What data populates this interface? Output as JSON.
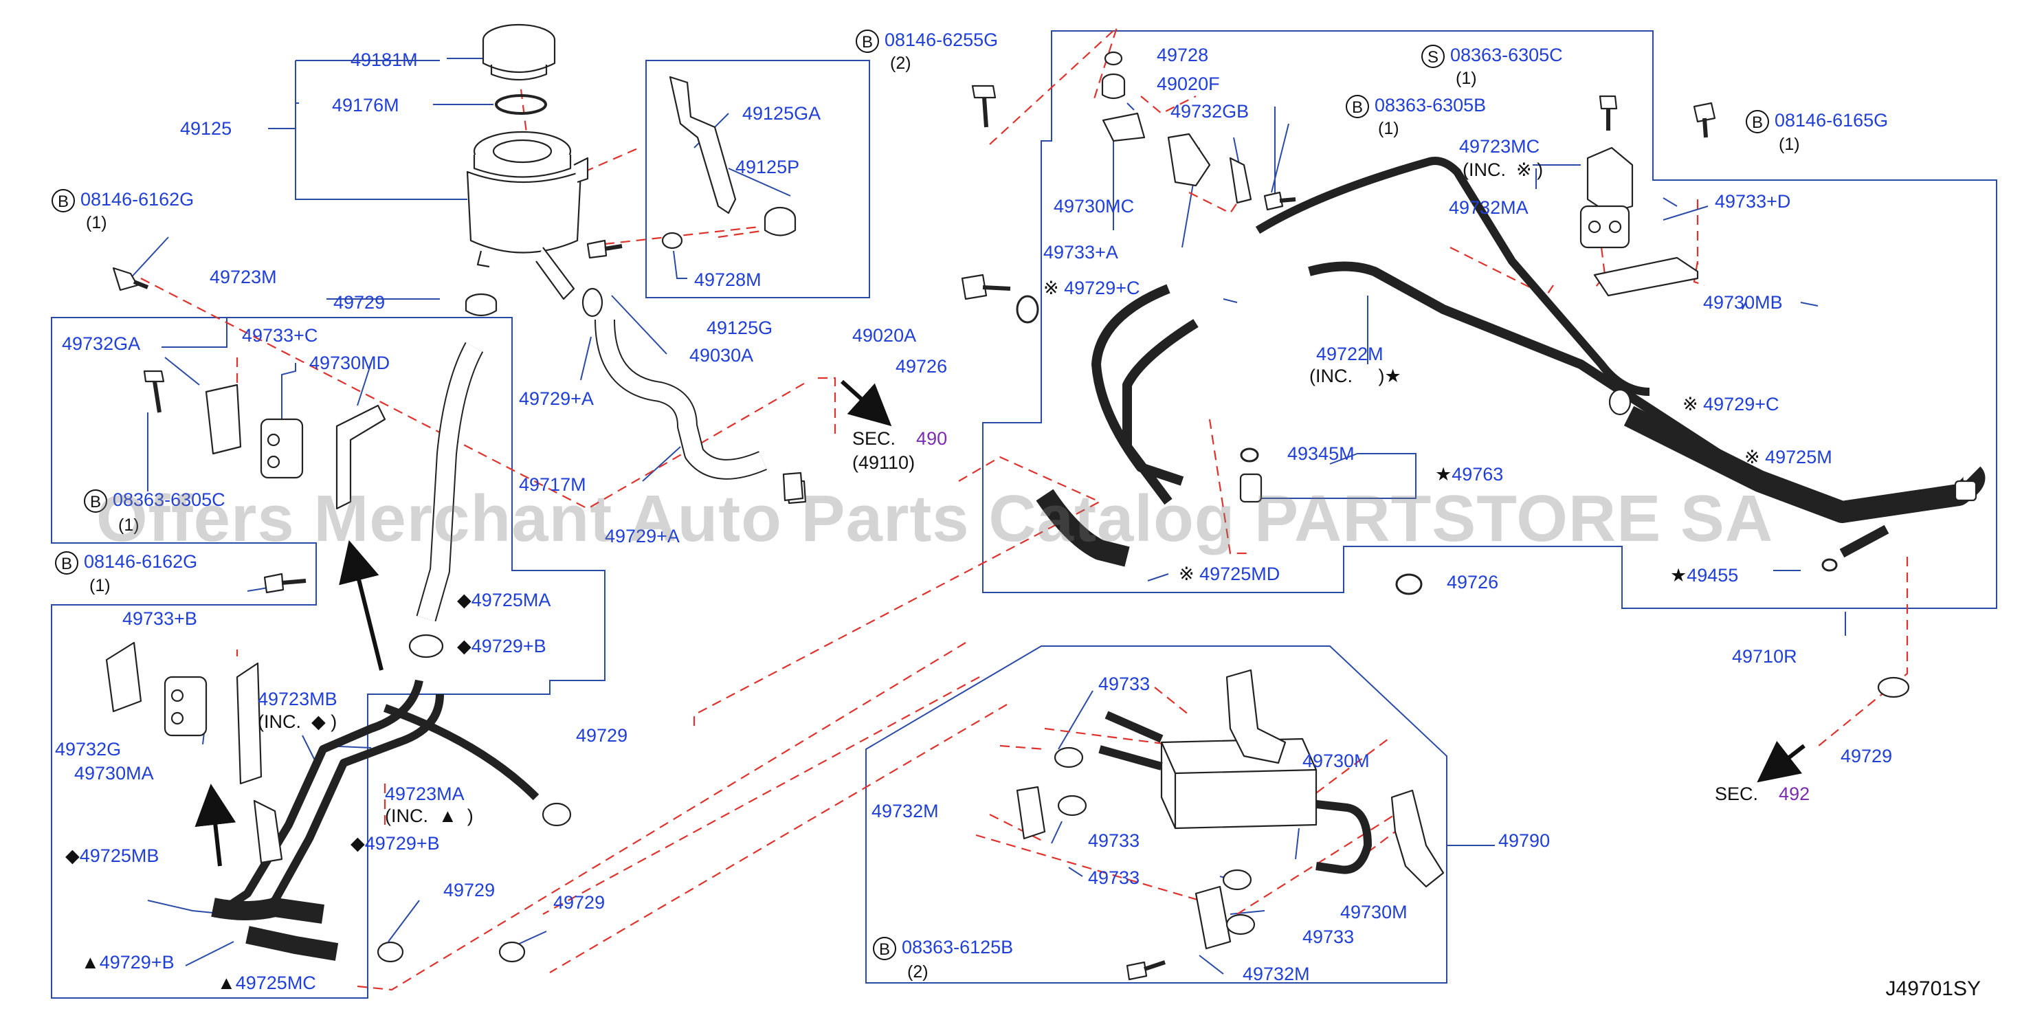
{
  "watermark": "Offers Merchant Auto Parts Catalog PARTSTORE SA",
  "diagram_code": "J49701SY",
  "labels": {
    "p49181M": "49181M",
    "p49176M": "49176M",
    "p49125": "49125",
    "p49125GA": "49125GA",
    "p49125P": "49125P",
    "p49728M": "49728M",
    "p49125G": "49125G",
    "p49030A": "49030A",
    "p49729_a": "49729",
    "p49729A_a": "49729+A",
    "p49723M": "49723M",
    "p49732GA": "49732GA",
    "p49733C": "49733+C",
    "p49730MD": "49730MD",
    "p49717M": "49717M",
    "p49729A_b": "49729+A",
    "p49725MA": "49725MA",
    "p49729B_a": "49729+B",
    "p49733B": "49733+B",
    "p49723MB": "49723MB",
    "inc_mb": "(INC.",
    "p49732G": "49732G",
    "p49730MA": "49730MA",
    "p49723MA": "49723MA",
    "inc_ma": "(INC.",
    "p49729B_b": "49729+B",
    "p49725MB": "49725MB",
    "p49729_b": "49729",
    "p49729_c": "49729",
    "p49729_d": "49729",
    "p49729B_c": "49729+B",
    "p49725MC": "49725MC",
    "p49728": "49728",
    "p49020F": "49020F",
    "p49732GB": "49732GB",
    "p49730MC": "49730MC",
    "p49733A": "49733+A",
    "p49729C_a": "49729+C",
    "p49020A": "49020A",
    "p49726_a": "49726",
    "p49723MC": "49723MC",
    "inc_mc": "(INC.",
    "p49732MA": "49732MA",
    "p49733D": "49733+D",
    "p49730MB": "49730MB",
    "p49722M": "49722M",
    "inc_722": "(INC.",
    "p49729C_b": "49729+C",
    "p49725M": "49725M",
    "p49345M": "49345M",
    "p49763": "49763",
    "p49725MD": "49725MD",
    "p49726_b": "49726",
    "p49455": "49455",
    "p49710R": "49710R",
    "p49729_e": "49729",
    "p49733_a": "49733",
    "p49730M_a": "49730M",
    "p49732M_a": "49732M",
    "p49733_b": "49733",
    "p49733_c": "49733",
    "p49790": "49790",
    "p49730M_b": "49730M",
    "p49733_d": "49733",
    "p49732M_b": "49732M"
  },
  "bolts": {
    "b_6162G_a": {
      "prefix": "B",
      "part": "08146-6162G",
      "qty": "(1)"
    },
    "b_6305C_left": {
      "prefix": "B",
      "part": "08363-6305C",
      "qty": "(1)"
    },
    "b_6162G_b": {
      "prefix": "B",
      "part": "08146-6162G",
      "qty": "(1)"
    },
    "b_6255G": {
      "prefix": "B",
      "part": "08146-6255G",
      "qty": "(2)"
    },
    "s_6305C": {
      "prefix": "S",
      "part": "08363-6305C",
      "qty": "(1)"
    },
    "b_6305B": {
      "prefix": "B",
      "part": "08363-6305B",
      "qty": "(1)"
    },
    "b_6165G": {
      "prefix": "B",
      "part": "08146-6165G",
      "qty": "(1)"
    },
    "b_6125B": {
      "prefix": "B",
      "part": "08363-6125B",
      "qty": "(2)"
    }
  },
  "sections": {
    "sec490": {
      "prefix": "SEC.",
      "num": "490",
      "sub": "(49110)"
    },
    "sec492": {
      "prefix": "SEC.",
      "num": "492"
    }
  },
  "colors": {
    "label_blue": "#1f3fd6",
    "leader_blue": "#2a4aa8",
    "dash_red": "#e0322c",
    "section_purple": "#7a2db0"
  }
}
